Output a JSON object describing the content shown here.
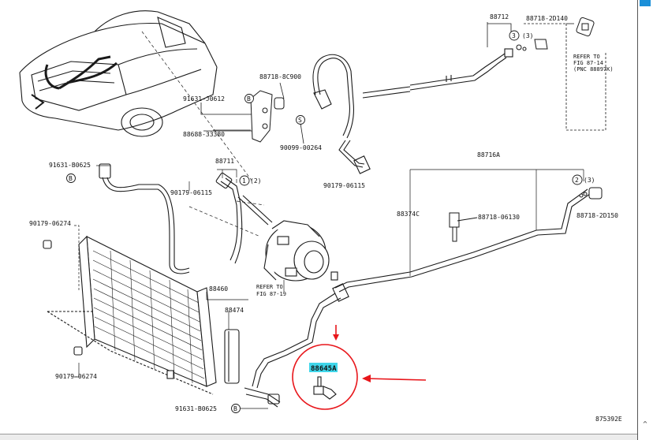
{
  "colors": {
    "line": "#1a1a1a",
    "highlight_marker": "#3fd6ea",
    "annotation_red": "#e8161b",
    "frame_accent": "#1b8fd8"
  },
  "labels": {
    "p88712": "88712",
    "p88718_2d140": "88718-2D140",
    "ref_fig87_14_line1": "REFER TO",
    "ref_fig87_14_line2": "FIG 87-14",
    "ref_fig87_14_line3": "(PNC 88897K)",
    "p91631_j0612": "91631-J0612",
    "p88718_8c900": "88718-8C900",
    "p88688_33380": "88688-33380",
    "p90099_00264": "90099-00264",
    "p88711": "88711",
    "p90179_06115_a": "90179-06115",
    "p90179_06115_b": "90179-06115",
    "p91631_b0625_top": "91631-B0625",
    "p90179_06274": "90179-06274",
    "p88716a": "88716A",
    "p88374c": "88374C",
    "p88718_06130": "88718-06130",
    "p88718_2d150": "88718-2D150",
    "ref_fig87_19_line1": "REFER TO",
    "ref_fig87_19_line2": "FIG 87-19",
    "p88460": "88460",
    "p88474": "88474",
    "p88645a": "88645A",
    "p90179_06274_b": "90179-06274",
    "p91631_b0625_bottom": "91631-B0625",
    "diagram_id": "875392E"
  },
  "callouts": {
    "c1": "1",
    "c2": "2",
    "c3": "3",
    "c2p": "(2)",
    "c3p_top": "(3)",
    "c3p_right": "(3)",
    "cB_top": "B",
    "cB_left": "B",
    "cB_bottom": "B",
    "cS": "S"
  },
  "frame": {
    "scroll_glyph": "⌃"
  }
}
